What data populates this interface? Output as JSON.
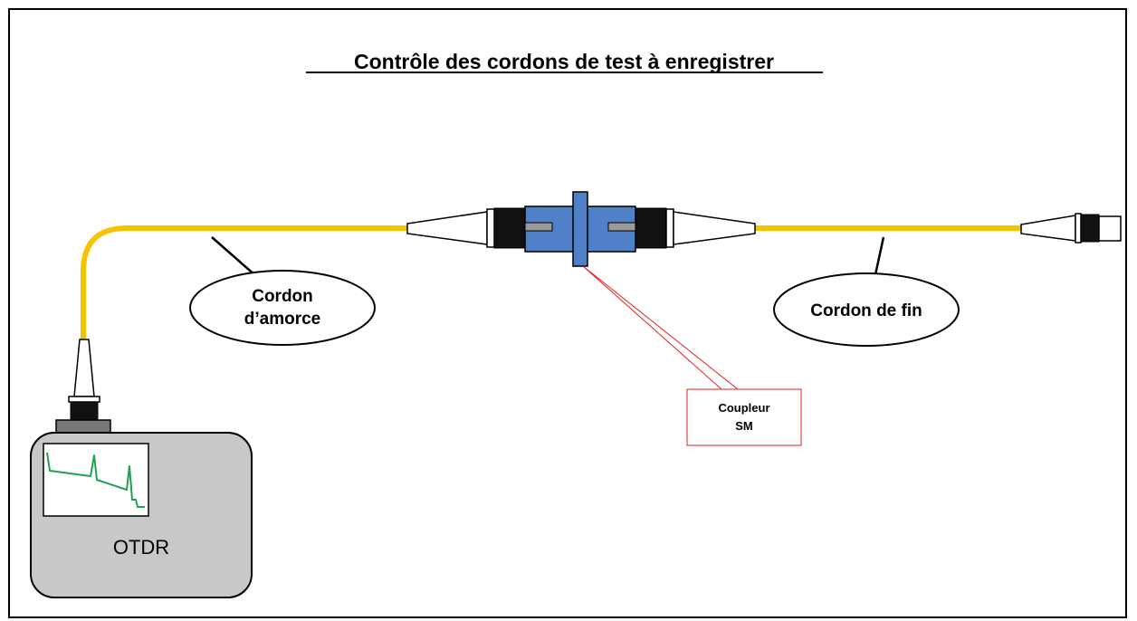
{
  "title": "Contrôle des cordons de test à enregistrer",
  "labels": {
    "cordon_amorce_line1": "Cordon",
    "cordon_amorce_line2": "d’amorce",
    "cordon_fin": "Cordon de fin",
    "coupleur_line1": "Coupleur",
    "coupleur_line2": "SM",
    "otdr": "OTDR"
  },
  "colors": {
    "fiber": "#f5c400",
    "coupler": "#4f80c8",
    "coupler_slot": "#9a9a9a",
    "connector_body": "#111111",
    "otdr_case": "#c8c8c8",
    "otdr_trace": "#20a050",
    "callout": "#e02020",
    "frame": "#000000"
  }
}
